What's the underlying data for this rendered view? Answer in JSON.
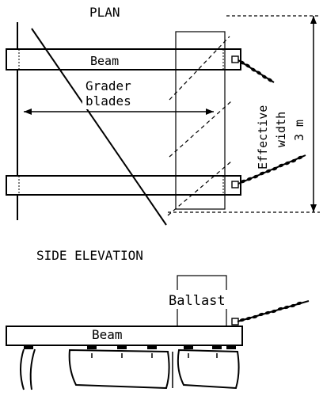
{
  "plan": {
    "title": "PLAN",
    "beam_label": "Beam",
    "blades_line1": "Grader",
    "blades_line2": "blades",
    "effective_line1": "Effective",
    "effective_line2": "width",
    "effective_line3": "3 m"
  },
  "side_elevation": {
    "title": "SIDE ELEVATION",
    "ballast_label": "Ballast",
    "beam_label": "Beam"
  }
}
